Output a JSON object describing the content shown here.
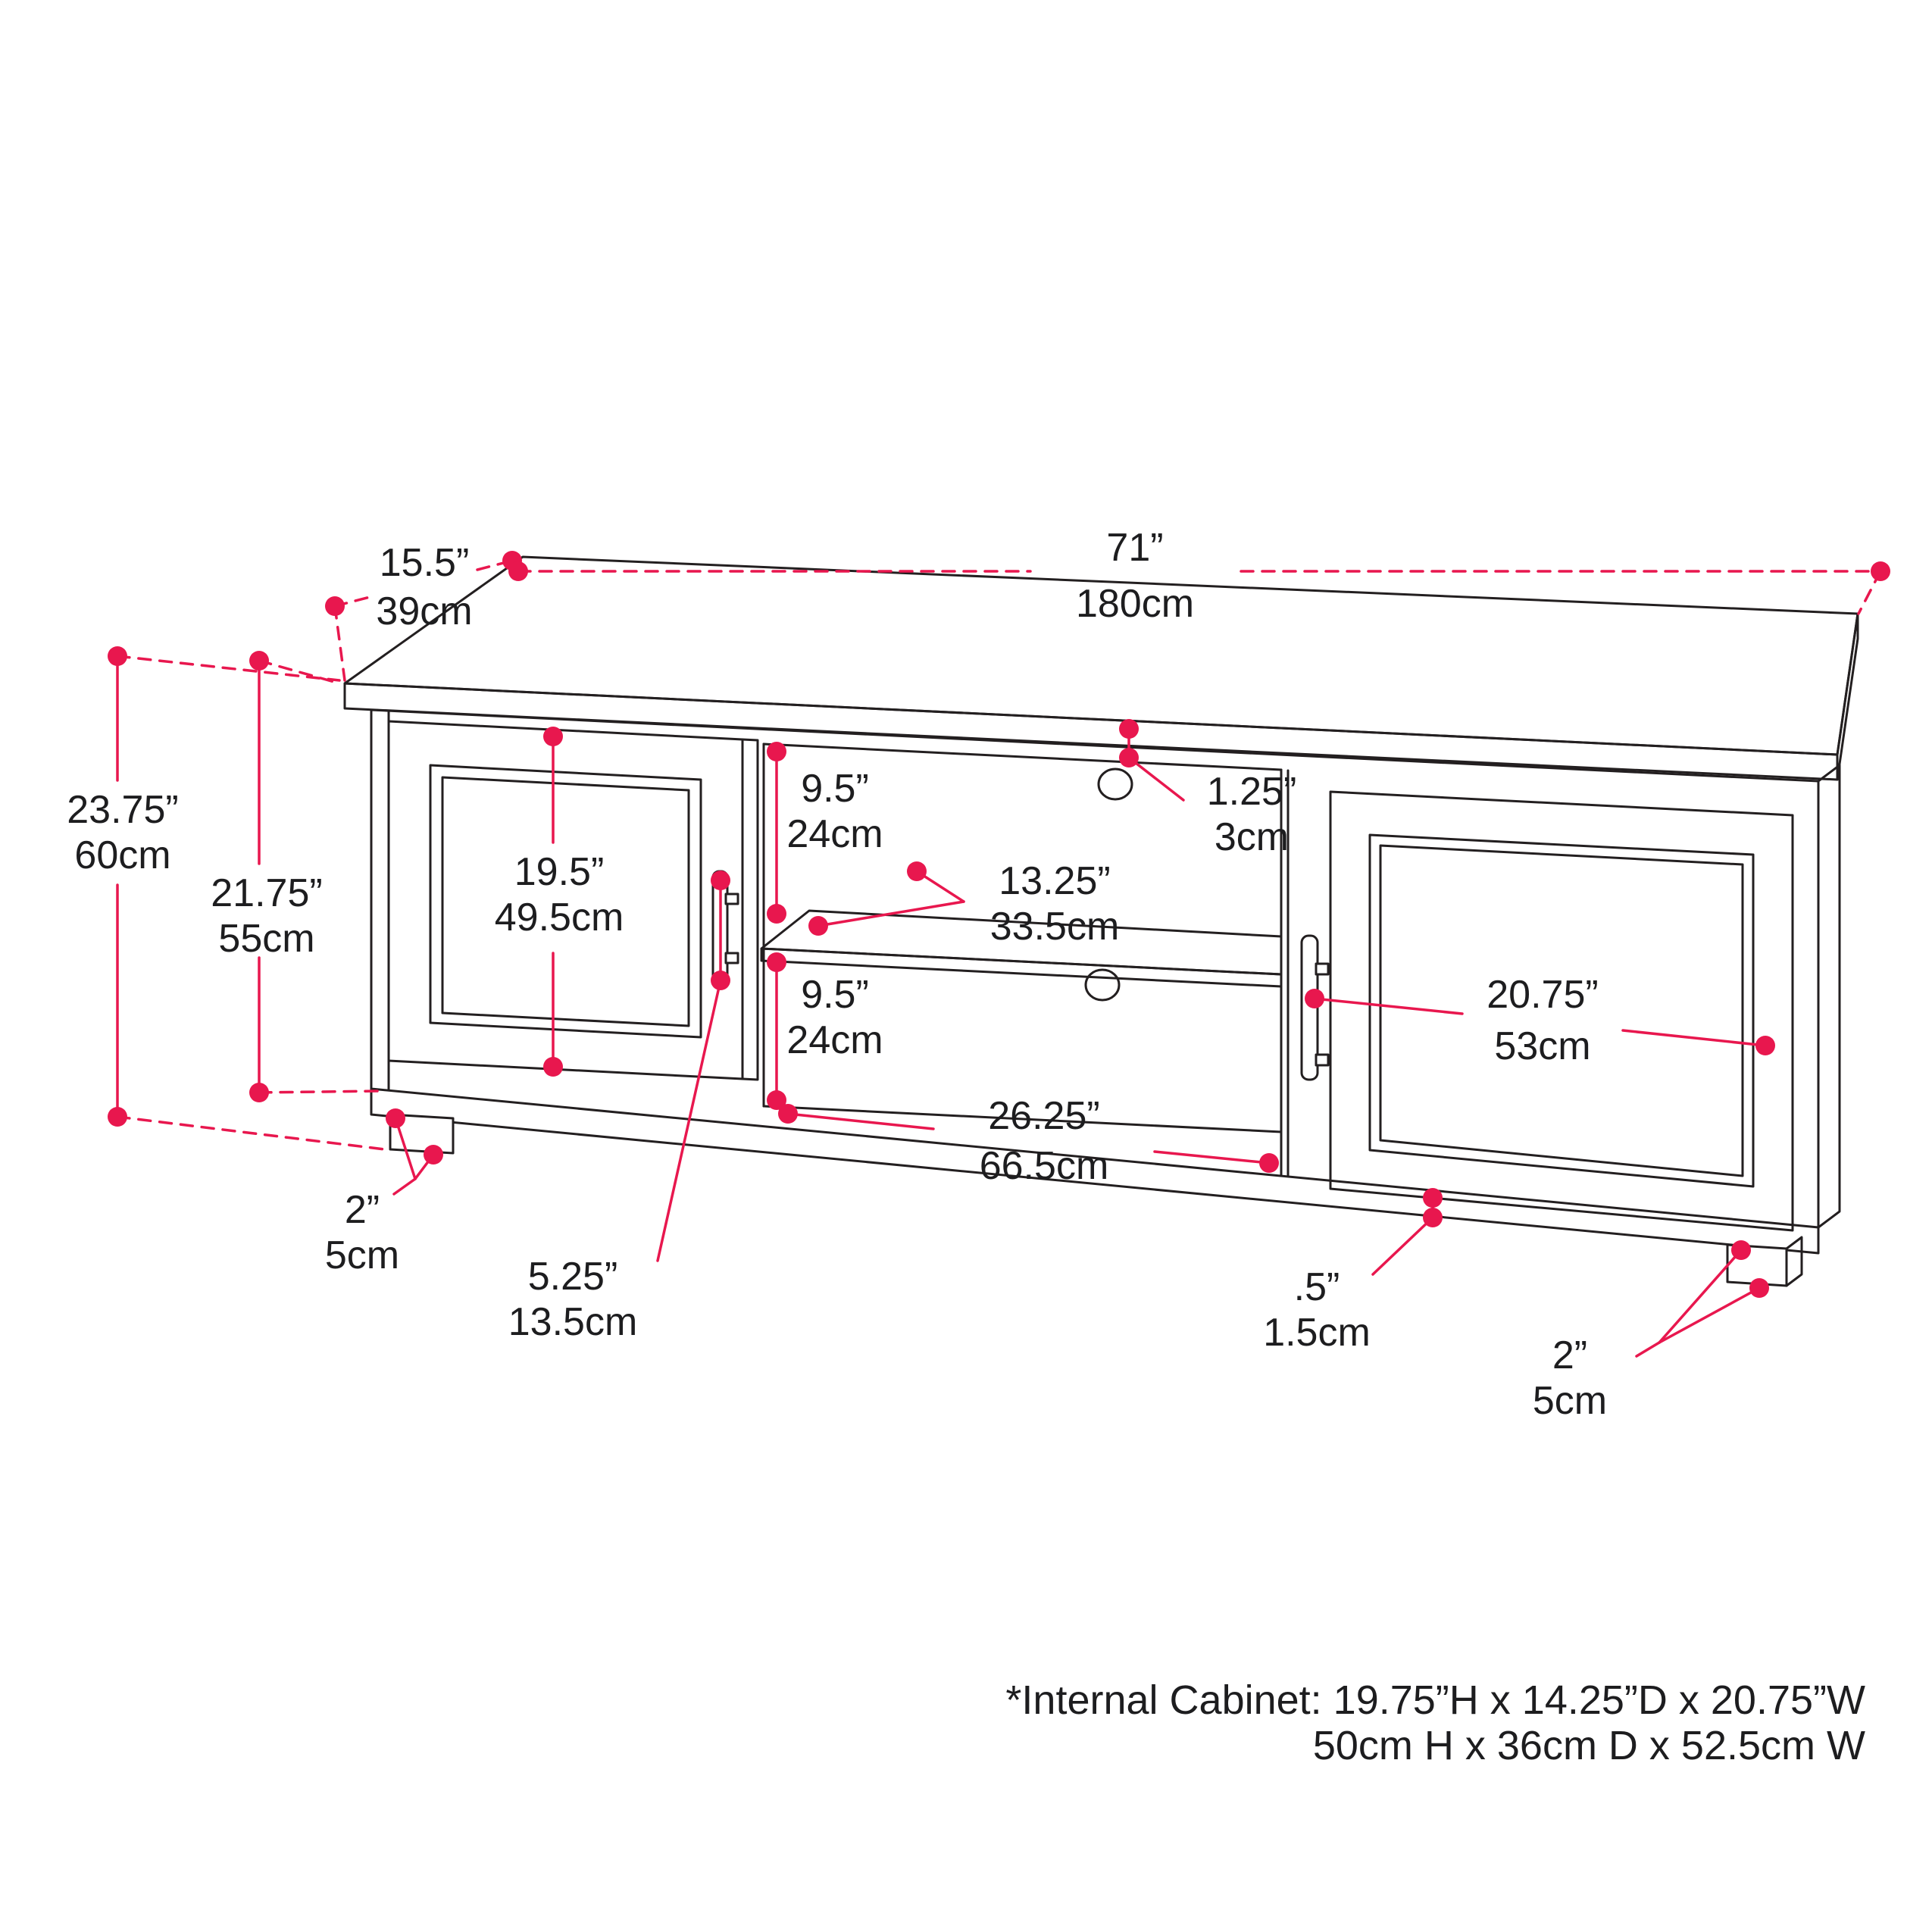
{
  "diagram": {
    "type": "furniture-dimension-diagram",
    "subject": "TV stand with two cabinet doors, open middle shelf and cable holes"
  },
  "colors": {
    "accent": "#e8174e",
    "line": "#231f20",
    "text": "#1d1d1f",
    "background": "#ffffff"
  },
  "dims": {
    "depth": {
      "in": "15.5”",
      "cm": "39cm"
    },
    "width": {
      "in": "71”",
      "cm": "180cm"
    },
    "total_height": {
      "in": "23.75”",
      "cm": "60cm"
    },
    "body_height": {
      "in": "21.75”",
      "cm": "55cm"
    },
    "door_height": {
      "in": "19.5”",
      "cm": "49.5cm"
    },
    "upper_opening_height": {
      "in": "9.5”",
      "cm": "24cm"
    },
    "lower_opening_height": {
      "in": "9.5”",
      "cm": "24cm"
    },
    "cable_hole": {
      "in": "1.25”",
      "cm": "3cm"
    },
    "shelf_depth": {
      "in": "13.25”",
      "cm": "33.5cm"
    },
    "right_door_width": {
      "in": "20.75”",
      "cm": "53cm"
    },
    "opening_width": {
      "in": "26.25”",
      "cm": "66.5cm"
    },
    "left_leg_height": {
      "in": "2”",
      "cm": "5cm"
    },
    "handle_length": {
      "in": "5.25”",
      "cm": "13.5cm"
    },
    "bottom_panel": {
      "in": ".5”",
      "cm": "1.5cm"
    },
    "right_leg_height": {
      "in": "2”",
      "cm": "5cm"
    }
  },
  "footnote": {
    "line1": "*Internal Cabinet: 19.75”H x 14.25”D x 20.75”W",
    "line2": "50cm H x 36cm D x 52.5cm W"
  }
}
